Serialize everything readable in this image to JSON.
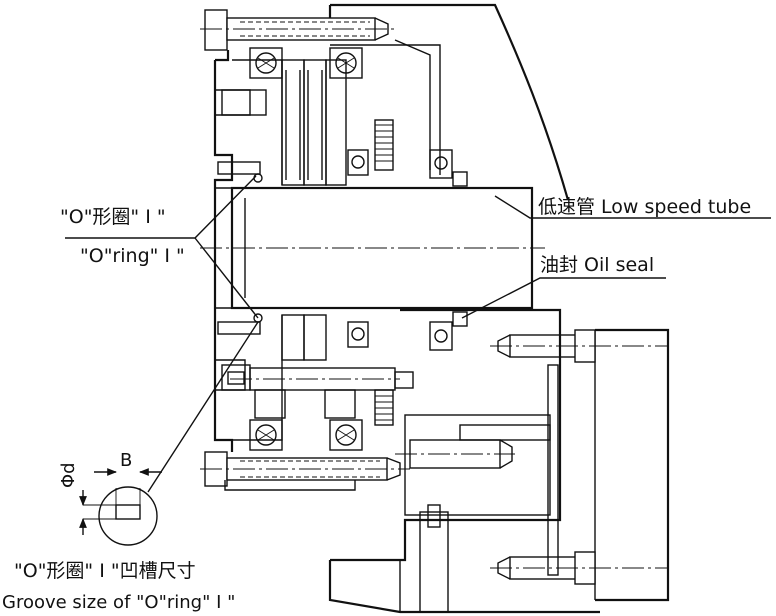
{
  "labels": {
    "oring_cn": "\"O\"形圈\" I \"",
    "oring_en": "\"O\"ring\" I \"",
    "low_speed_tube": "低速管 Low speed tube",
    "oil_seal": "油封 Oil seal",
    "groove_cn": "\"O\"形圈\" I \"凹槽尺寸",
    "groove_en": "Groove size of \"O\"ring\" I \"",
    "dim_b": "B",
    "dim_phid": "Φd"
  }
}
